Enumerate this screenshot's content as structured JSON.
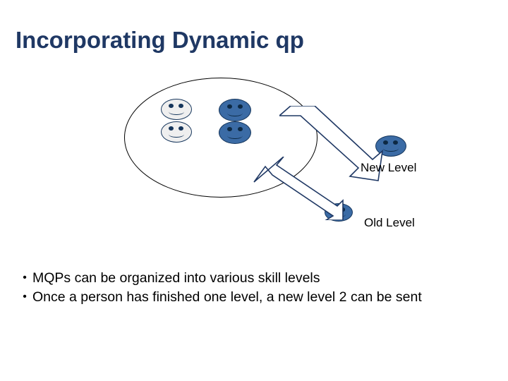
{
  "slide": {
    "title": "Incorporating Dynamic qp",
    "title_color": "#1F3864",
    "background_color": "#FFFFFF",
    "shape_outline_color": "#000000",
    "face_colors": {
      "light_face_fill": "#EFEFEF",
      "dark_face_fill": "#3B6BA5",
      "face_outline": "#16365C"
    },
    "labels": {
      "new_level": "New Level",
      "old_level": "Old Level"
    },
    "bullets": [
      {
        "marker": "•",
        "text": "MQPs can be organized into various skill levels"
      },
      {
        "marker": "•",
        "text": "Once a person has finished one level, a new level 2 can be sent"
      }
    ]
  }
}
